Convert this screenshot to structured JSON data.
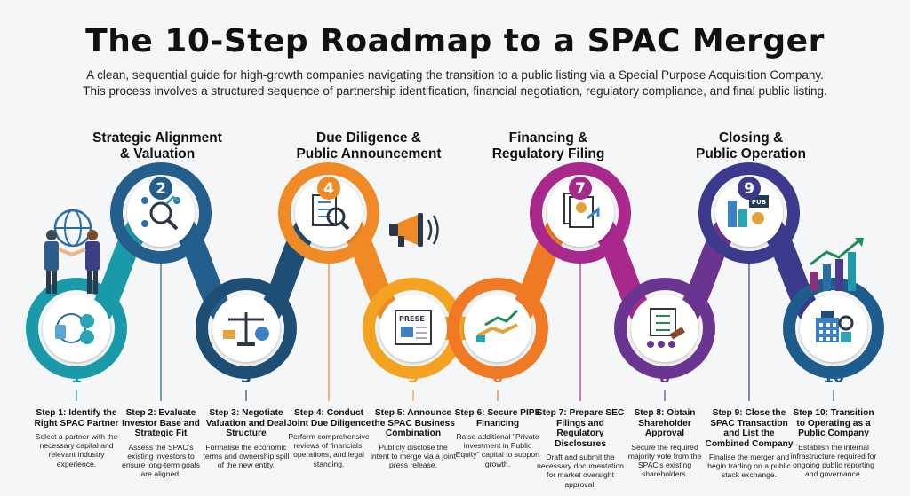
{
  "header": {
    "title": "The 10-Step Roadmap to a SPAC Merger",
    "subtitle_line1": "A clean, sequential guide for high-growth companies navigating the transition to a public listing via a Special Purpose Acquisition Company.",
    "subtitle_line2": "This process involves a structured sequence of partnership identification, financial negotiation, regulatory compliance, and final public listing."
  },
  "phases": [
    {
      "line1": "Strategic Alignment",
      "line2": "& Valuation"
    },
    {
      "line1": "Due Diligence &",
      "line2": "Public Announcement"
    },
    {
      "line1": "Financing &",
      "line2": "Regulatory Filing"
    },
    {
      "line1": "Closing &",
      "line2": "Public Operation"
    }
  ],
  "colors": {
    "teal": "#1a9aa8",
    "blue": "#245e8c",
    "navy": "#1f4e75",
    "orange": "#f08a24",
    "amber": "#f4a321",
    "orange_red": "#f07a24",
    "magenta": "#a8288c",
    "purple": "#6a3591",
    "indigo": "#3b3a8c",
    "steel": "#1f5c8e"
  },
  "icons": {
    "handshake_people": "handshake-people-icon",
    "poster_press": "press-release-icon",
    "badge": "pub-badge-icon",
    "growth_chart": "growth-chart-icon",
    "megaphone": "megaphone-icon"
  },
  "steps": [
    {
      "num": "1",
      "title": "Step 1: Identify the Right SPAC Partner",
      "desc": "Select a partner with the necessary capital and relevant industry experience.",
      "icon": "partner-coins-icon"
    },
    {
      "num": "2",
      "title": "Step 2: Evaluate Investor Base and Strategic Fit",
      "desc": "Assess the SPAC's existing investors to ensure long-term goals are aligned.",
      "icon": "investor-network-icon"
    },
    {
      "num": "3",
      "title": "Step 3: Negotiate Valuation and Deal Structure",
      "desc": "Formalise the economic terms and ownership spill of the new entity.",
      "icon": "scales-icon"
    },
    {
      "num": "4",
      "title": "Step 4: Conduct Joint Due Diligence",
      "desc": "Perform comprehensive reviews of financials, operations, and legal standing.",
      "icon": "document-search-icon"
    },
    {
      "num": "5",
      "title": "Step 5: Announce the SPAC Business Combination",
      "desc": "Publicly disclose the intent to merge via a joint press release.",
      "icon": "press-release-icon",
      "badge": "PRESE"
    },
    {
      "num": "6",
      "title": "Step 6: Secure PIPE Financing",
      "desc": "Raise additional \"Private investment in Public Equity\" capital to support growth.",
      "icon": "handshake-growth-icon"
    },
    {
      "num": "7",
      "title": "Step 7: Prepare SEC Filings and Regulatory Disclosures",
      "desc": "Draft and submit the necessary documentation for market oversight approval.",
      "icon": "sec-filing-icon"
    },
    {
      "num": "8",
      "title": "Step 8: Obtain Shareholder Approval",
      "desc": "Secure the required majority vote from the SPAC's existing shareholders.",
      "icon": "vote-gavel-icon"
    },
    {
      "num": "9",
      "title": "Step 9: Close the SPAC Transaction and List the Combined Company",
      "desc": "Finalise the merger and begin trading on a public stack exchange.",
      "icon": "listing-building-icon",
      "badge": "PUB"
    },
    {
      "num": "10",
      "title": "Step 10: Transition to Operating as a Public Company",
      "desc": "Establish the internal infrastructure required for ongoing public reporting and governance.",
      "icon": "public-company-icon"
    }
  ]
}
